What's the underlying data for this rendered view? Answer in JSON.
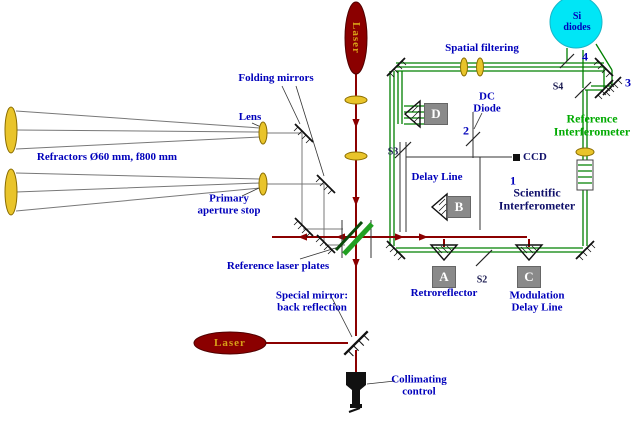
{
  "diagram": {
    "sources": {
      "laser_top": "Laser",
      "laser_bottom": "Laser"
    },
    "detectors": {
      "si_diodes": "Si\ndiodes",
      "ccd": "CCD",
      "dc_diode": "DC\nDiode"
    },
    "labels": {
      "spatial_filtering": "Spatial filtering",
      "folding_mirrors": "Folding mirrors",
      "lens": "Lens",
      "refractors": "Refractors Ø60 mm, f800 mm",
      "primary_aperture_stop": "Primary\naperture stop",
      "reference_laser_plates": "Reference laser plates",
      "special_mirror": "Special mirror:\nback reflection",
      "collimating_control": "Collimating\ncontrol",
      "delay_line": "Delay Line",
      "retroreflector": "Retroreflector",
      "modulation_delay_line": "Modulation\nDelay Line",
      "scientific_interferometer": "Scientific\nInterferometer",
      "reference_interferometer": "Reference\nInterferometer"
    },
    "stations": {
      "a": "A",
      "b": "B",
      "c": "C",
      "d": "D"
    },
    "beam_numbers": {
      "n1": "1",
      "n2": "2",
      "n3": "3",
      "n4": "4"
    },
    "splitters": {
      "s2": "S2",
      "s3": "S3",
      "s4": "S4"
    },
    "colors": {
      "beam_red": "#8b0000",
      "beam_green": "#008000",
      "laser_body": "#8b0000",
      "lens_fill": "#e9c42a",
      "lens_stroke": "#8a6d00",
      "diode_fill": "#00e6f6",
      "label_blue": "#0000bb",
      "ref_green": "#00aa00",
      "sci_dark": "#10106a",
      "gold_text": "#d8a018",
      "box_gray": "#8a8a8a"
    }
  }
}
